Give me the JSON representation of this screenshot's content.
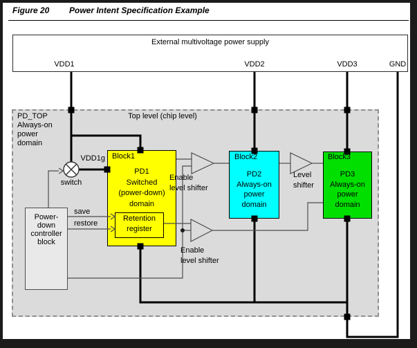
{
  "figure": {
    "label": "Figure 20",
    "title": "Power Intent Specification Example"
  },
  "power_supply": {
    "label": "External multivoltage power supply",
    "rails": [
      {
        "name": "VDD1"
      },
      {
        "name": "VDD2"
      },
      {
        "name": "VDD3"
      },
      {
        "name": "GND"
      }
    ]
  },
  "pd_top": {
    "domain_label": "PD_TOP\nAlways-on\npower\ndomain",
    "level_label": "Top level (chip level)"
  },
  "power_switch": {
    "net_label": "VDD1g",
    "label": "switch"
  },
  "controller": {
    "label": "Power-\ndown\ncontroller\nblock",
    "save_label": "save",
    "restore_label": "restore"
  },
  "blocks": {
    "block1": {
      "name": "Block1",
      "domain": "PD1\nSwitched\n(power-down)\ndomain",
      "retention": "Retention\nregister",
      "color": "#ffff00"
    },
    "block2": {
      "name": "Block2",
      "domain": "PD2\nAlways-on\npower\ndomain",
      "color": "#00ffff"
    },
    "block3": {
      "name": "Block3",
      "domain": "PD3\nAlways-on\npower\ndomain",
      "color": "#00df00"
    }
  },
  "shifters": {
    "enable_top_label": "Enable\nlevel shifter",
    "enable_bottom_label": "Enable\nlevel shifter",
    "level_label": "Level\nshifter"
  },
  "colors": {
    "domain_fill": "#dbdbdb",
    "power_line": "#000000",
    "signal_line": "#4d4d4d"
  }
}
